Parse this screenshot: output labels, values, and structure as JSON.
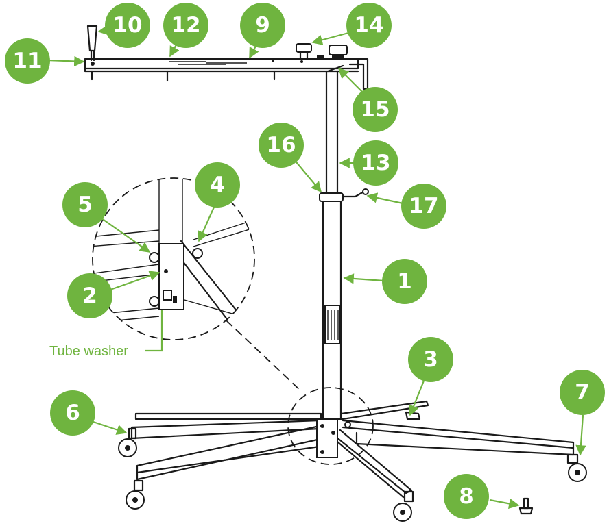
{
  "accent_color": "#6fb43f",
  "ink_color": "#1a1a1a",
  "callouts": [
    {
      "label": "1"
    },
    {
      "label": "2"
    },
    {
      "label": "3"
    },
    {
      "label": "4"
    },
    {
      "label": "5"
    },
    {
      "label": "6"
    },
    {
      "label": "7"
    },
    {
      "label": "8"
    },
    {
      "label": "9"
    },
    {
      "label": "10"
    },
    {
      "label": "11"
    },
    {
      "label": "12"
    },
    {
      "label": "13"
    },
    {
      "label": "14"
    },
    {
      "label": "15"
    },
    {
      "label": "16"
    },
    {
      "label": "17"
    }
  ],
  "detail_caption": "Tube washer"
}
